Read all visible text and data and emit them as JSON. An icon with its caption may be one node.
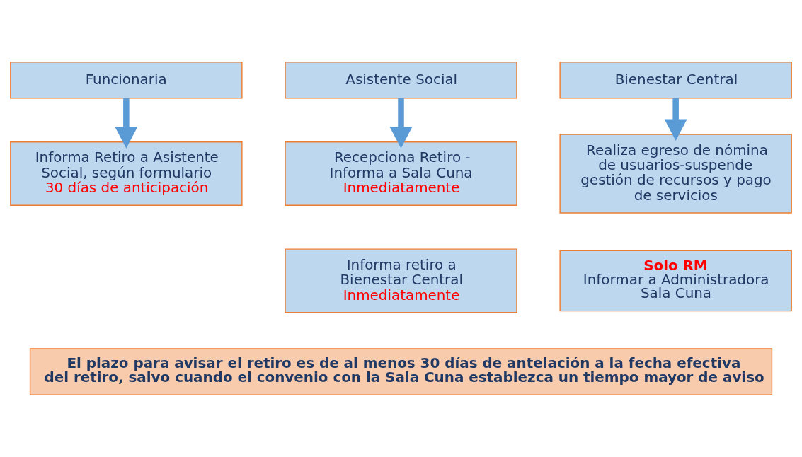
{
  "diagram": {
    "nodes": [
      {
        "text": [
          "Funcionaria"
        ]
      },
      {
        "text": [
          "Asistente Social"
        ]
      },
      {
        "text": [
          "Bienestar Central"
        ]
      },
      {
        "text": [
          "Informa Retiro a Asistente Social, según formulario",
          "30 días de anticipación"
        ]
      },
      {
        "text": [
          "Recepciona Retiro - Informa a Sala Cuna",
          "Inmediatamente"
        ]
      },
      {
        "text": [
          "Realiza egreso de nómina de usuarios-suspende gestión de recursos y pago de servicios"
        ]
      },
      {
        "text": [
          "Informa retiro a Bienestar Central",
          "Inmediatamente"
        ]
      },
      {
        "text": [
          "Solo RM",
          "Informar a Administradora Sala Cuna"
        ]
      },
      {
        "text": [
          "El plazo para avisar el retiro es de al menos 30 días de antelación a la fecha efectiva del retiro, salvo cuando el convenio con la Sala Cuna establezca un tiempo mayor de aviso"
        ]
      }
    ],
    "edges": [
      {
        "from": 0,
        "to": 3,
        "arrow": "to"
      },
      {
        "from": 1,
        "to": 4,
        "arrow": "to"
      },
      {
        "from": 2,
        "to": 5,
        "arrow": "to"
      }
    ]
  }
}
